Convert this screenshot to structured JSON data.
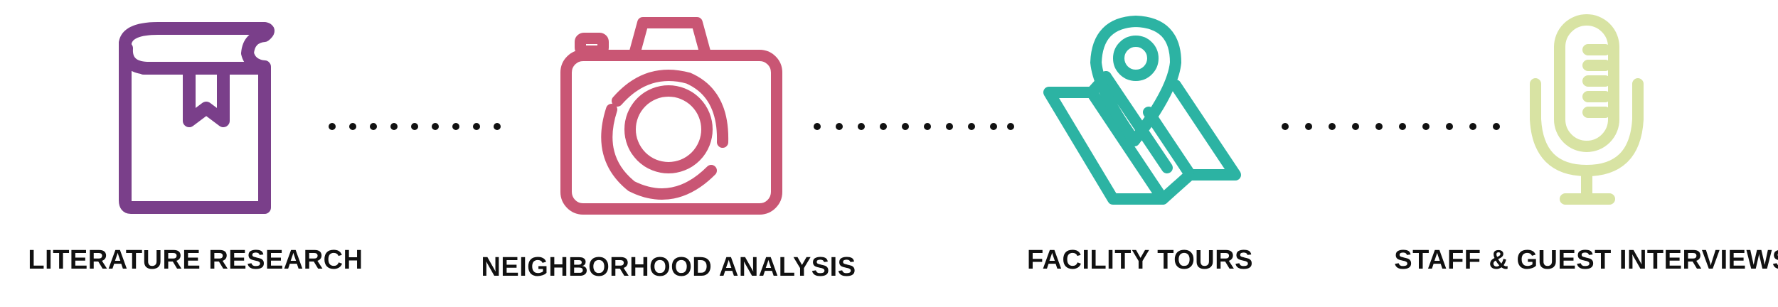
{
  "steps": [
    {
      "label": "LITERATURE RESEARCH",
      "icon": "book-icon",
      "color": "#7a3f8a"
    },
    {
      "label": "NEIGHBORHOOD ANALYSIS",
      "icon": "camera-icon",
      "color": "#c95674"
    },
    {
      "label": "FACILITY TOURS",
      "icon": "map-pin-icon",
      "color": "#2cb3a3"
    },
    {
      "label": "STAFF & GUEST INTERVIEWS",
      "icon": "microphone-icon",
      "color": "#d8e3a3"
    }
  ],
  "connector": {
    "icon": "dotted-connector",
    "color": "#111111"
  }
}
